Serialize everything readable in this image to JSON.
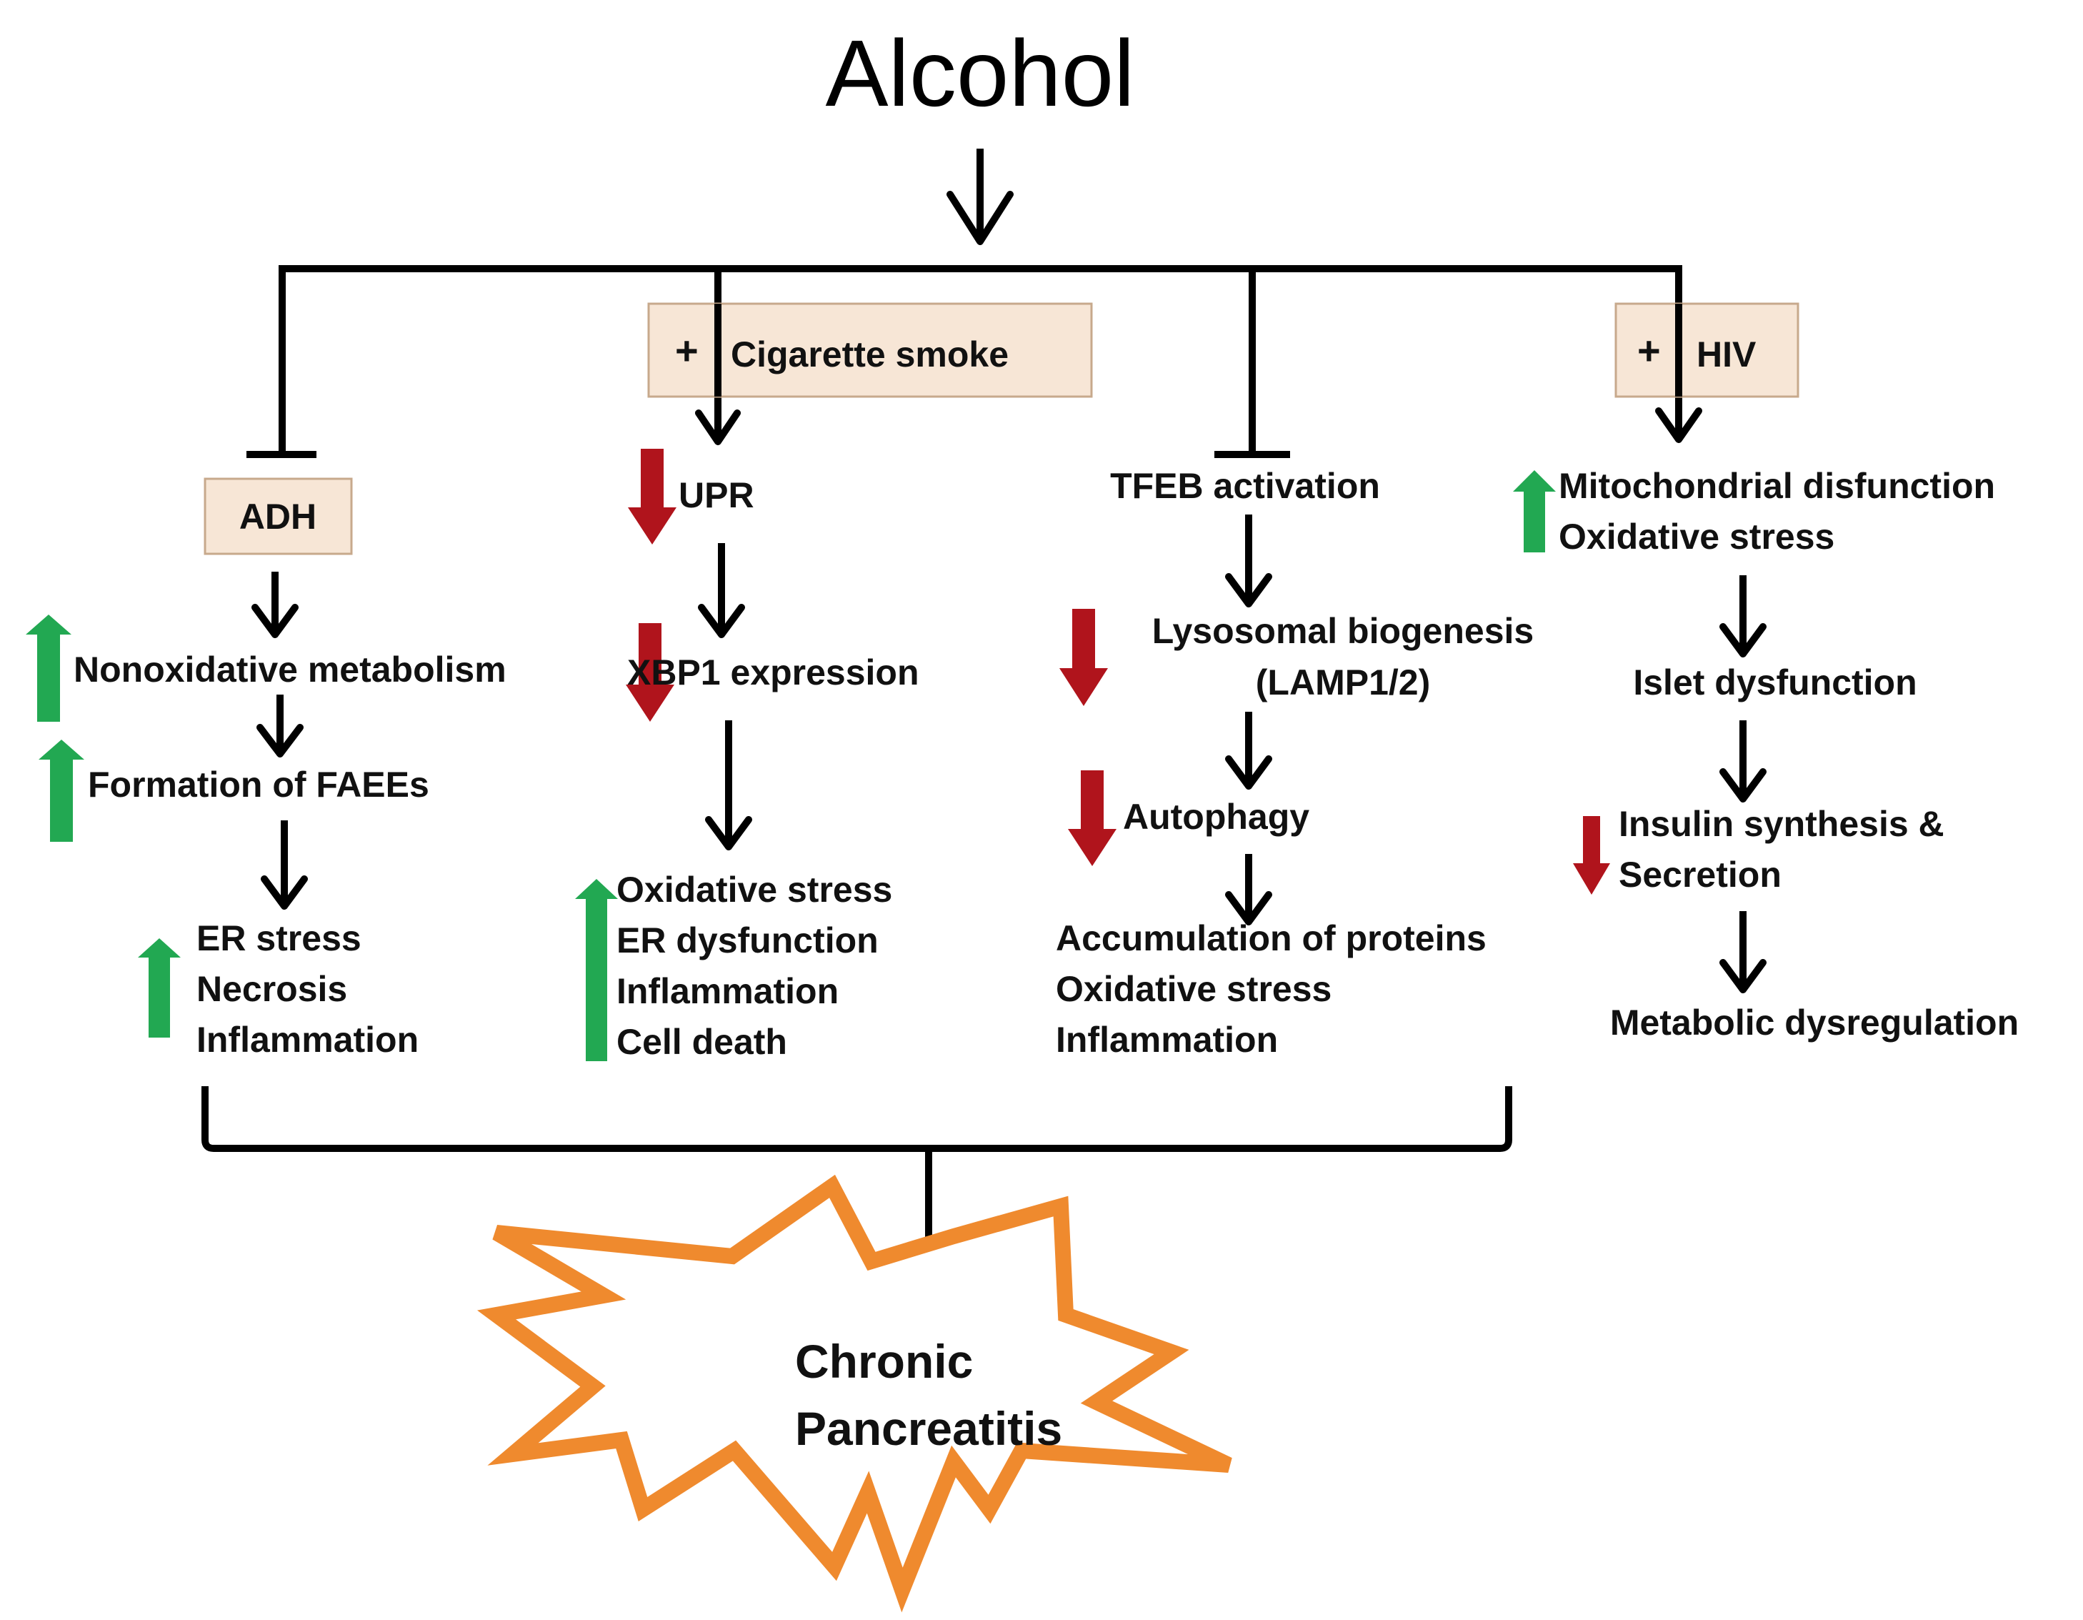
{
  "title": "Alcohol",
  "colors": {
    "up": "#22a852",
    "down": "#b0141c",
    "box_fill": "#f7e6d6",
    "starburst": "#ef8a2e"
  },
  "modifiers": {
    "cigarette": "Cigarette smoke",
    "hiv": "HIV",
    "plus": "+"
  },
  "branch1": {
    "adh": "ADH",
    "nonoxidative": "Nonoxidative metabolism",
    "faees": "Formation of FAEEs",
    "outcomes": [
      "ER stress",
      "Necrosis",
      "Inflammation"
    ]
  },
  "branch2": {
    "upr": "UPR",
    "xbp1": "XBP1 expression",
    "outcomes": [
      "Oxidative stress",
      "ER dysfunction",
      "Inflammation",
      "Cell death"
    ]
  },
  "branch3": {
    "tfeb": "TFEB activation",
    "lysosomal": [
      "Lysosomal  biogenesis",
      "(LAMP1/2)"
    ],
    "autophagy": "Autophagy",
    "outcomes": [
      "Accumulation  of proteins",
      "Oxidative stress",
      "Inflammation"
    ]
  },
  "branch4": {
    "mito": [
      "Mitochondrial disfunction",
      "Oxidative stress"
    ],
    "islet": "Islet dysfunction",
    "insulin": [
      "Insulin synthesis &",
      "Secretion"
    ],
    "metabolic": "Metabolic dysregulation"
  },
  "result": [
    "Chronic",
    "Pancreatitis"
  ]
}
